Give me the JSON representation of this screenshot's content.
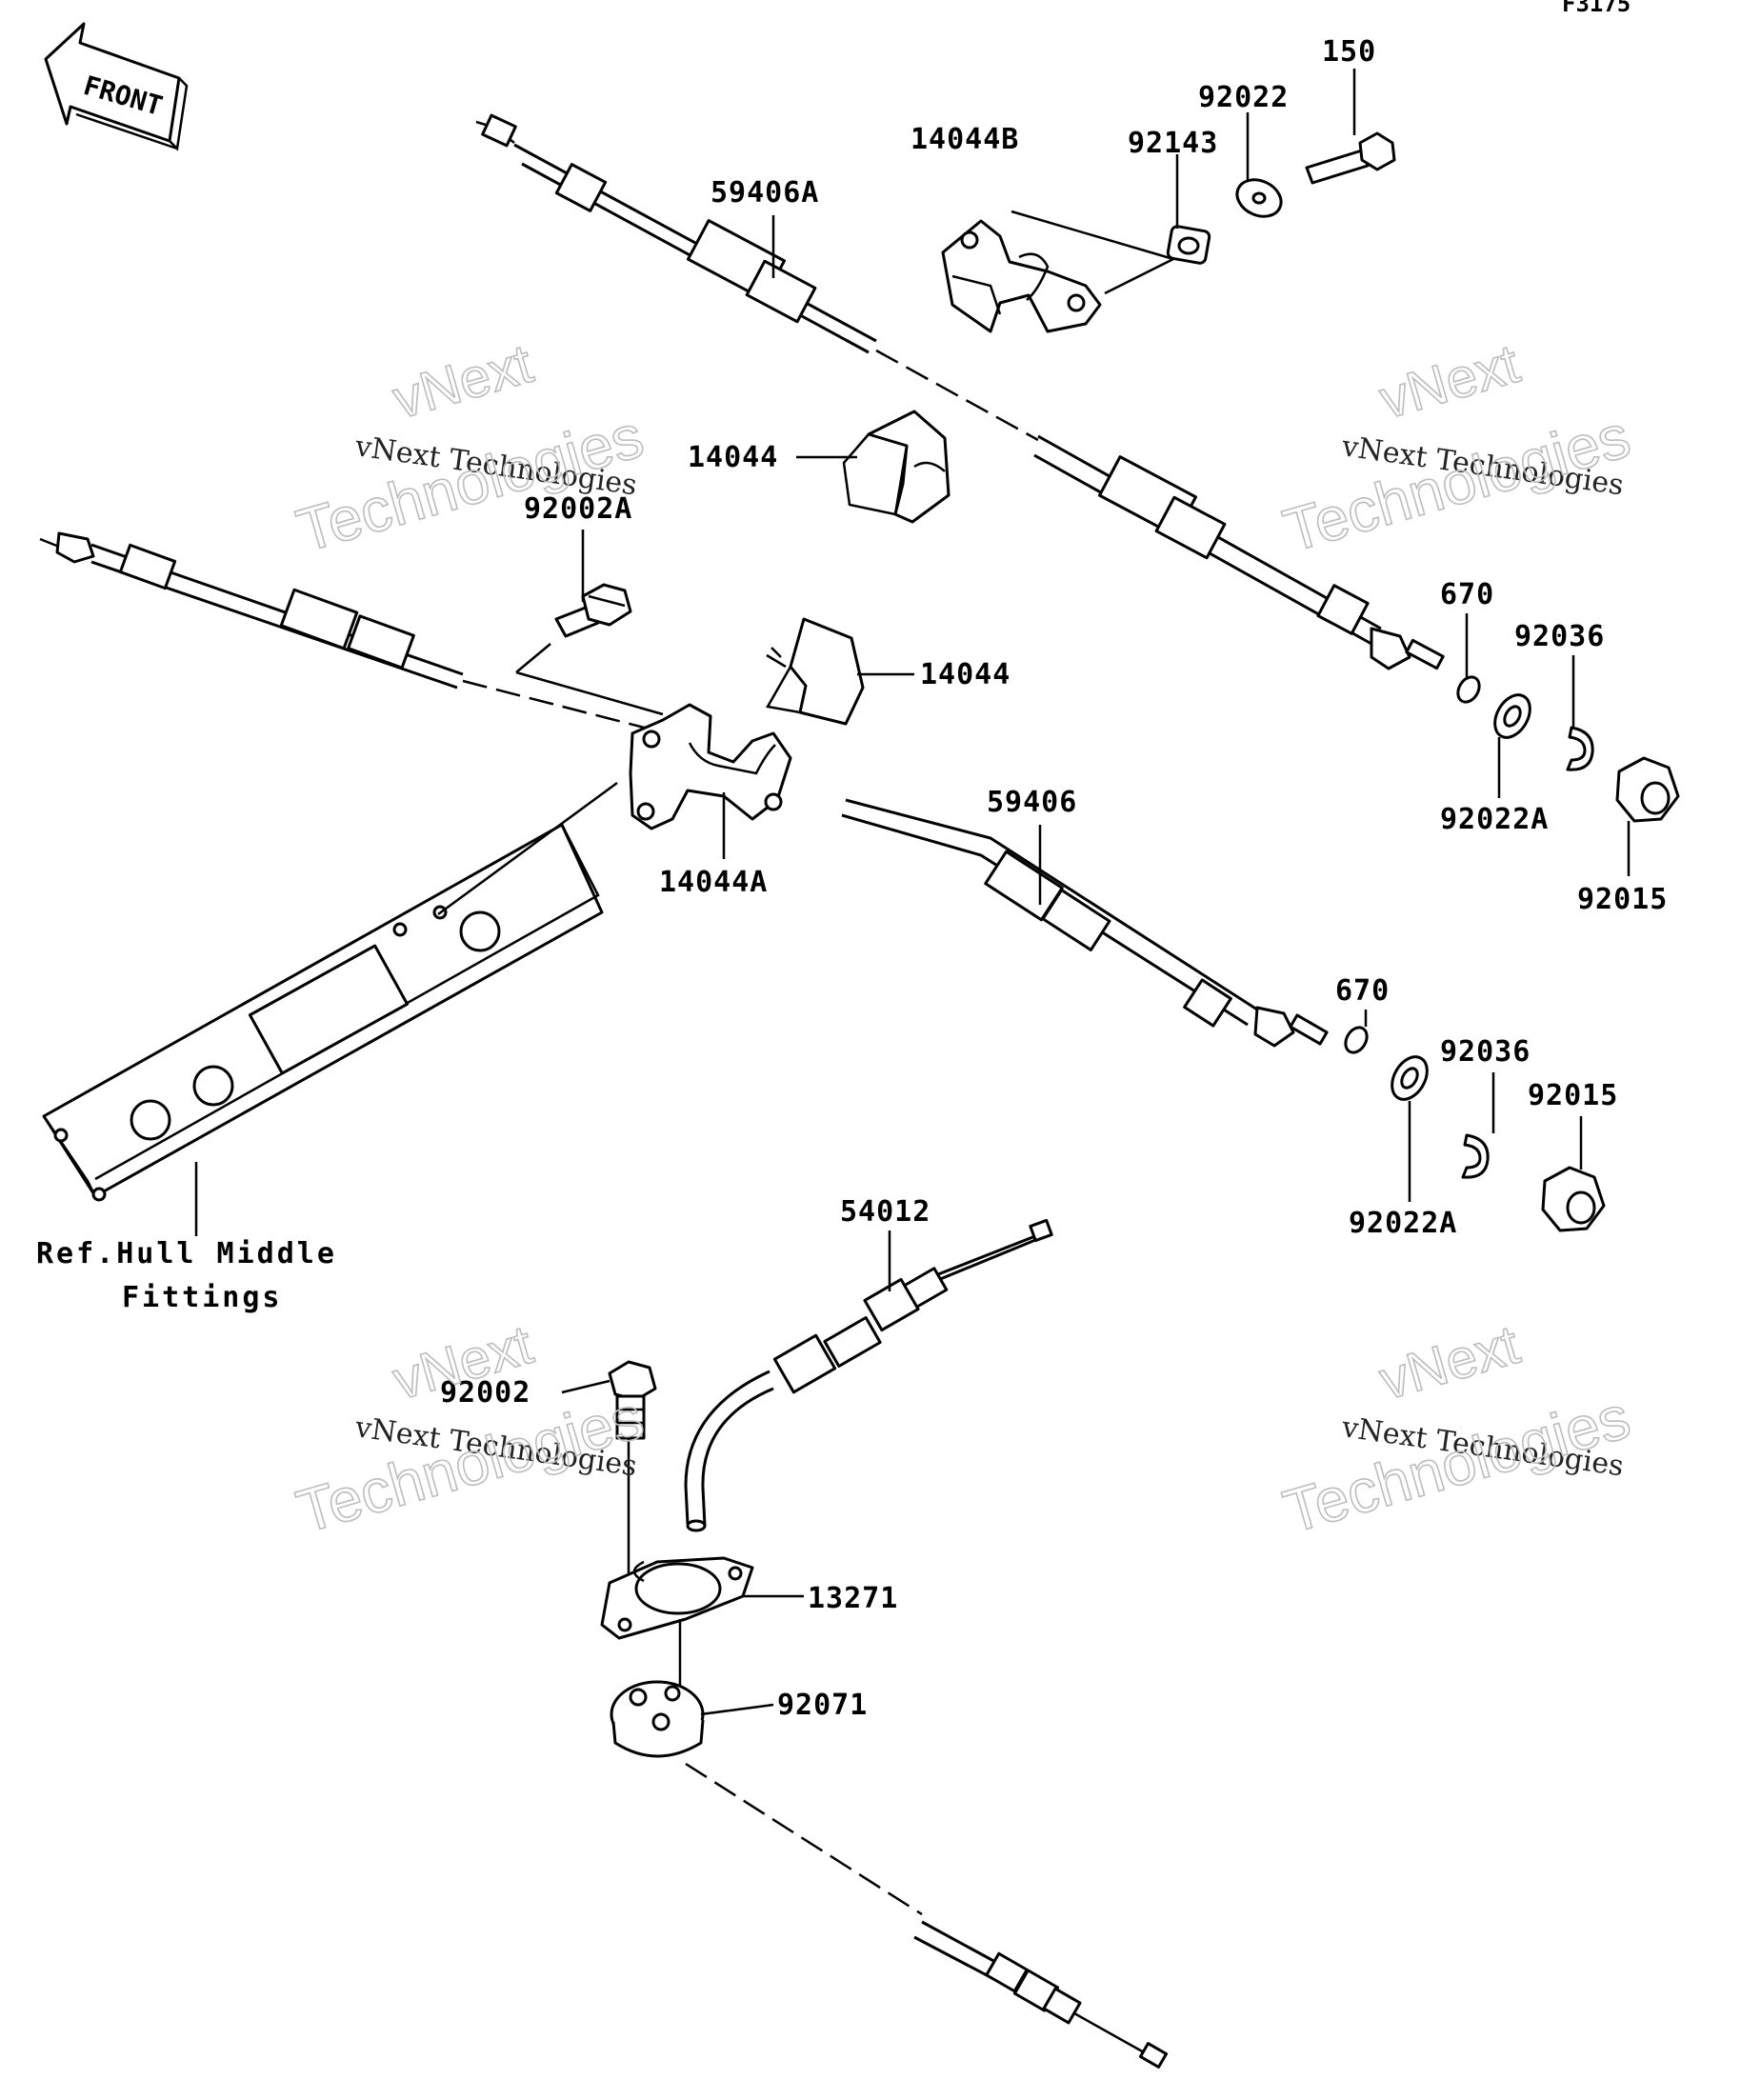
{
  "diagram_code": "F3175",
  "front_badge": "FRONT",
  "watermark": {
    "line1": "vNext Technologies",
    "line2": "vNext",
    "line3": "Technologies"
  },
  "labels": {
    "p150": "150",
    "p92022": "92022",
    "p14044B": "14044B",
    "p92143": "92143",
    "p59406A": "59406A",
    "p14044_top": "14044",
    "p92002A": "92002A",
    "p14044_mid": "14044",
    "p14044A": "14044A",
    "p59406": "59406",
    "p670_top": "670",
    "p92036_top": "92036",
    "p92022A_top": "92022A",
    "p92015_top": "92015",
    "p670_bot": "670",
    "p92036_bot": "92036",
    "p92015_bot": "92015",
    "p92022A_bot": "92022A",
    "p54012": "54012",
    "p92002": "92002",
    "p13271": "13271",
    "p92071": "92071"
  },
  "reference": {
    "line1": "Ref.Hull Middle",
    "line2": "Fittings"
  }
}
